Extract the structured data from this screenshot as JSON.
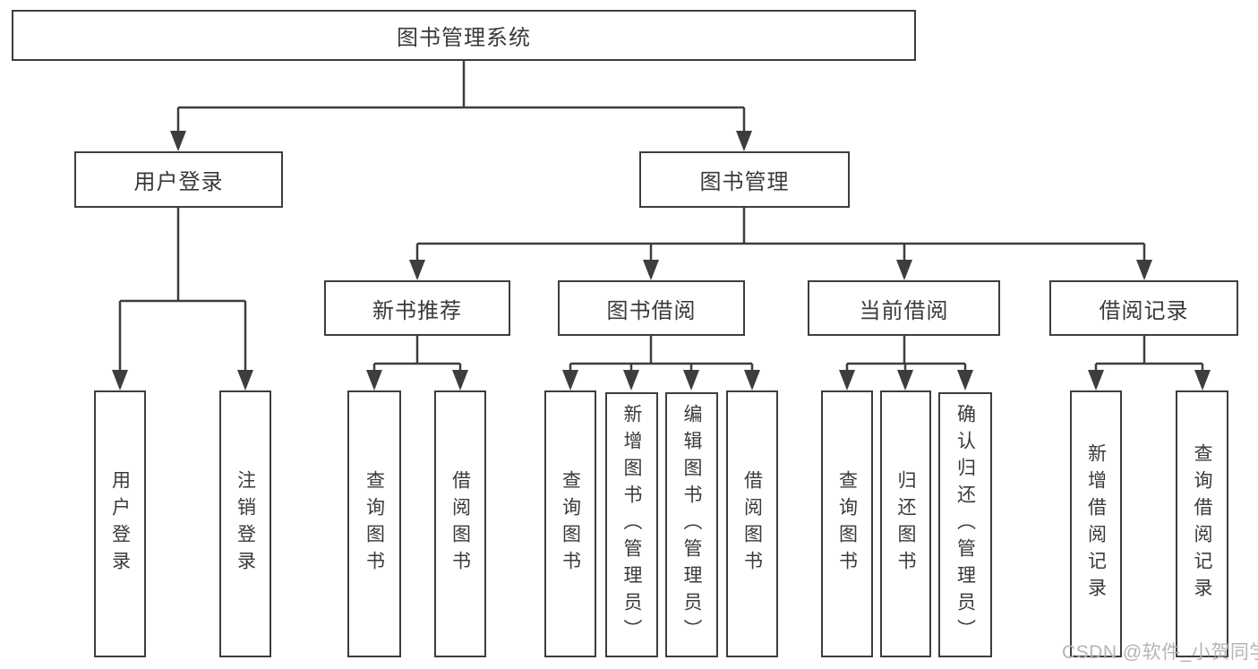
{
  "title": "图书管理系统",
  "level2": {
    "user_login": "用户登录",
    "book_mgmt": "图书管理"
  },
  "level3": {
    "new_books": "新书推荐",
    "book_borrow": "图书借阅",
    "current_borrow": "当前借阅",
    "borrow_records": "借阅记录"
  },
  "leaves": {
    "user_login": [
      "用户登录",
      "注销登录"
    ],
    "new_books": [
      "查询图书",
      "借阅图书"
    ],
    "book_borrow": [
      "查询图书",
      "新增图书（管理员）",
      "编辑图书（管理员）",
      "借阅图书"
    ],
    "current_borrow": [
      "查询图书",
      "归还图书",
      "确认归还（管理员）"
    ],
    "borrow_records": [
      "新增借阅记录",
      "查询借阅记录"
    ]
  },
  "watermark": "CSDN @软件_小贺同学",
  "colors": {
    "line": "#3d3d3d",
    "text": "#3a3a3a",
    "watermark": "#b5b5b5",
    "background": "#ffffff"
  }
}
